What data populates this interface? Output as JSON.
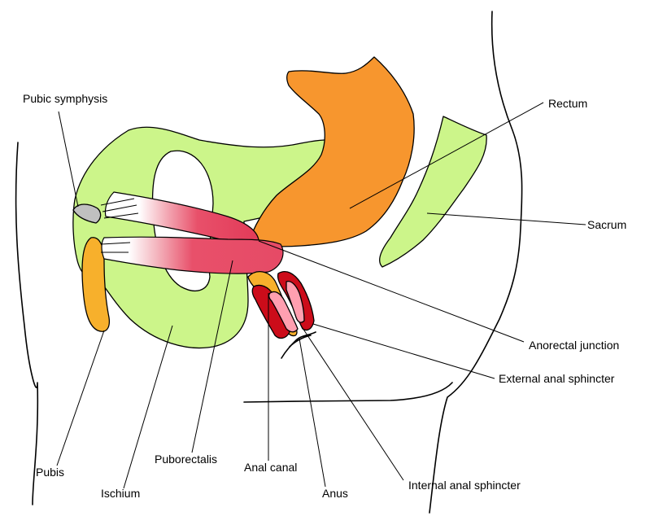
{
  "colors": {
    "bone": "#ccf58a",
    "rectum": "#f7962e",
    "pubis": "#f7b02c",
    "muscle": "#e8506a",
    "sphincter_external": "#cc0c1a",
    "sphincter_internal": "#ff9fb0",
    "symphysis": "#c0c0c0"
  },
  "labels": {
    "pubic_symphysis": "Pubic symphysis",
    "rectum": "Rectum",
    "sacrum": "Sacrum",
    "anorectal_junction": "Anorectal junction",
    "external_anal_sphincter": "External anal sphincter",
    "internal_anal_sphincter": "Internal anal sphincter",
    "pubis": "Pubis",
    "ischium": "Ischium",
    "puborectalis": "Puborectalis",
    "anal_canal": "Anal canal",
    "anus": "Anus"
  }
}
